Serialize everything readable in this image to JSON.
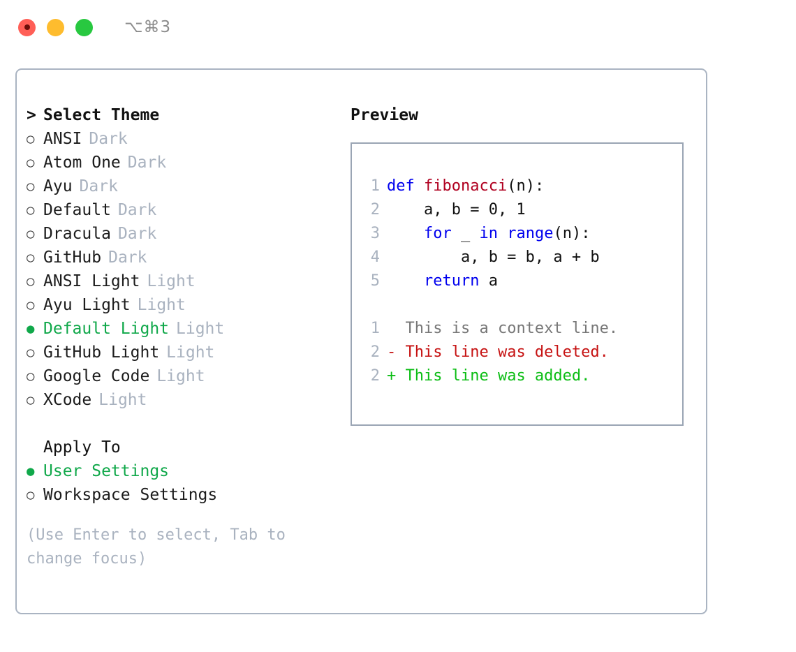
{
  "window": {
    "shortcut": "⌥⌘3",
    "traffic_lights": [
      {
        "name": "close",
        "color": "#ff5f57"
      },
      {
        "name": "minimize",
        "color": "#febc2e"
      },
      {
        "name": "maximize",
        "color": "#28c840"
      }
    ]
  },
  "theme_picker": {
    "header": "Select Theme",
    "caret": ">",
    "radio_empty": "○",
    "radio_filled": "●",
    "items": [
      {
        "name": "ANSI",
        "tag": "Dark",
        "selected": false
      },
      {
        "name": "Atom One",
        "tag": "Dark",
        "selected": false
      },
      {
        "name": "Ayu",
        "tag": "Dark",
        "selected": false
      },
      {
        "name": "Default",
        "tag": "Dark",
        "selected": false
      },
      {
        "name": "Dracula",
        "tag": "Dark",
        "selected": false
      },
      {
        "name": "GitHub",
        "tag": "Dark",
        "selected": false
      },
      {
        "name": "ANSI Light",
        "tag": "Light",
        "selected": false
      },
      {
        "name": "Ayu Light",
        "tag": "Light",
        "selected": false
      },
      {
        "name": "Default Light",
        "tag": "Light",
        "selected": true
      },
      {
        "name": "GitHub Light",
        "tag": "Light",
        "selected": false
      },
      {
        "name": "Google Code",
        "tag": "Light",
        "selected": false
      },
      {
        "name": "XCode",
        "tag": "Light",
        "selected": false
      }
    ]
  },
  "apply_to": {
    "header": "Apply To",
    "items": [
      {
        "name": "User Settings",
        "selected": true
      },
      {
        "name": "Workspace Settings",
        "selected": false
      }
    ]
  },
  "hint": "(Use Enter to select, Tab to change focus)",
  "preview": {
    "title": "Preview",
    "code_lines": [
      {
        "no": "1",
        "tokens": [
          {
            "t": "def",
            "c": "kw"
          },
          {
            "t": " ",
            "c": "plain"
          },
          {
            "t": "fibonacci",
            "c": "fn"
          },
          {
            "t": "(n):",
            "c": "plain"
          }
        ]
      },
      {
        "no": "2",
        "tokens": [
          {
            "t": "    a, b = 0, 1",
            "c": "plain"
          }
        ]
      },
      {
        "no": "3",
        "tokens": [
          {
            "t": "    ",
            "c": "plain"
          },
          {
            "t": "for",
            "c": "kw"
          },
          {
            "t": " _ ",
            "c": "plain"
          },
          {
            "t": "in",
            "c": "kw"
          },
          {
            "t": " ",
            "c": "plain"
          },
          {
            "t": "range",
            "c": "builtin"
          },
          {
            "t": "(n):",
            "c": "plain"
          }
        ]
      },
      {
        "no": "4",
        "tokens": [
          {
            "t": "        a, b = b, a + b",
            "c": "plain"
          }
        ]
      },
      {
        "no": "5",
        "tokens": [
          {
            "t": "    ",
            "c": "plain"
          },
          {
            "t": "return",
            "c": "kw"
          },
          {
            "t": " a",
            "c": "plain"
          }
        ]
      }
    ],
    "diff_lines": [
      {
        "no": "1",
        "marker": " ",
        "text": "This is a context line.",
        "kind": "ctx"
      },
      {
        "no": "2",
        "marker": "-",
        "text": "This line was deleted.",
        "kind": "del"
      },
      {
        "no": "2",
        "marker": "+",
        "text": "This line was added.",
        "kind": "add"
      }
    ]
  },
  "colors": {
    "accent_green": "#10a84a",
    "diff_add": "#0bbd14",
    "diff_del": "#c61212",
    "keyword": "#0000ee",
    "function": "#b00020",
    "muted": "#a9b2bf",
    "border": "#aab4c2"
  }
}
